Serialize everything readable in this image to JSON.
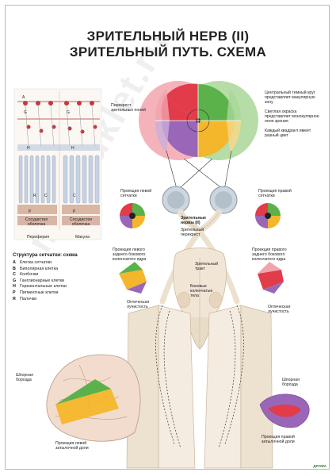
{
  "title": {
    "line1": "ЗРИТЕЛЬНЫЙ НЕРВ (II)",
    "line2": "ЗРИТЕЛЬНЫЙ ПУТЬ. СХЕМА"
  },
  "labels": {
    "chiasm_fields": "Перекрест зрительных полей",
    "dark_circle": "Центральный темный круг представляет макулярную зону",
    "light_coloring": "Светлая окраска представляет монокулярное поле зрения",
    "quadrant_color": "Каждый квадрант имеет разный цвет",
    "left_retina": "Проекция левой сетчатки",
    "right_retina": "Проекция правой сетчатки",
    "optic_nerves": "Зрительные нервы (II)",
    "optic_chiasm": "Зрительный перекрест",
    "optic_tract": "Зрительный тракт",
    "lateral_bodies": "Боковые коленчатые тела",
    "left_lgn": "Проекция левого заднего бокового коленчатого ядра",
    "right_lgn": "Проекция правого заднего бокового коленчатого ядра",
    "radiation_left": "Оптическая лучистость",
    "radiation_right": "Оптическая лучистость",
    "calcarine_left": "Шпорная борозда",
    "calcarine_right": "Шпорная борозда",
    "left_occipital": "Проекция левой затылочной доли",
    "right_occipital": "Проекция правой затылочной доли",
    "periphery": "Периферия",
    "macula": "Макула",
    "vascular_1": "Сосудистая оболочка",
    "vascular_2": "Сосудистая оболочка",
    "logo": "ДРОФА"
  },
  "legend": {
    "heading": "Структура сетчатки: схема",
    "items": [
      {
        "key": "A",
        "text": "Клетка сетчатки"
      },
      {
        "key": "B",
        "text": "Биполярная клетка"
      },
      {
        "key": "C",
        "text": "Колбочки"
      },
      {
        "key": "G",
        "text": "Ганглионарные клетки"
      },
      {
        "key": "H",
        "text": "Горизонтальные клетки"
      },
      {
        "key": "P",
        "text": "Пигментные клетки"
      },
      {
        "key": "R",
        "text": "Палочки"
      }
    ]
  },
  "watermark": "medbuklet.ru",
  "colors": {
    "red": "#e23b4a",
    "green": "#5bb14a",
    "yellow": "#f4b62a",
    "purple": "#9a67b8",
    "brain": "#f1e6d6",
    "brain_dark": "#c9b79c",
    "retina": "#c23a3a"
  }
}
